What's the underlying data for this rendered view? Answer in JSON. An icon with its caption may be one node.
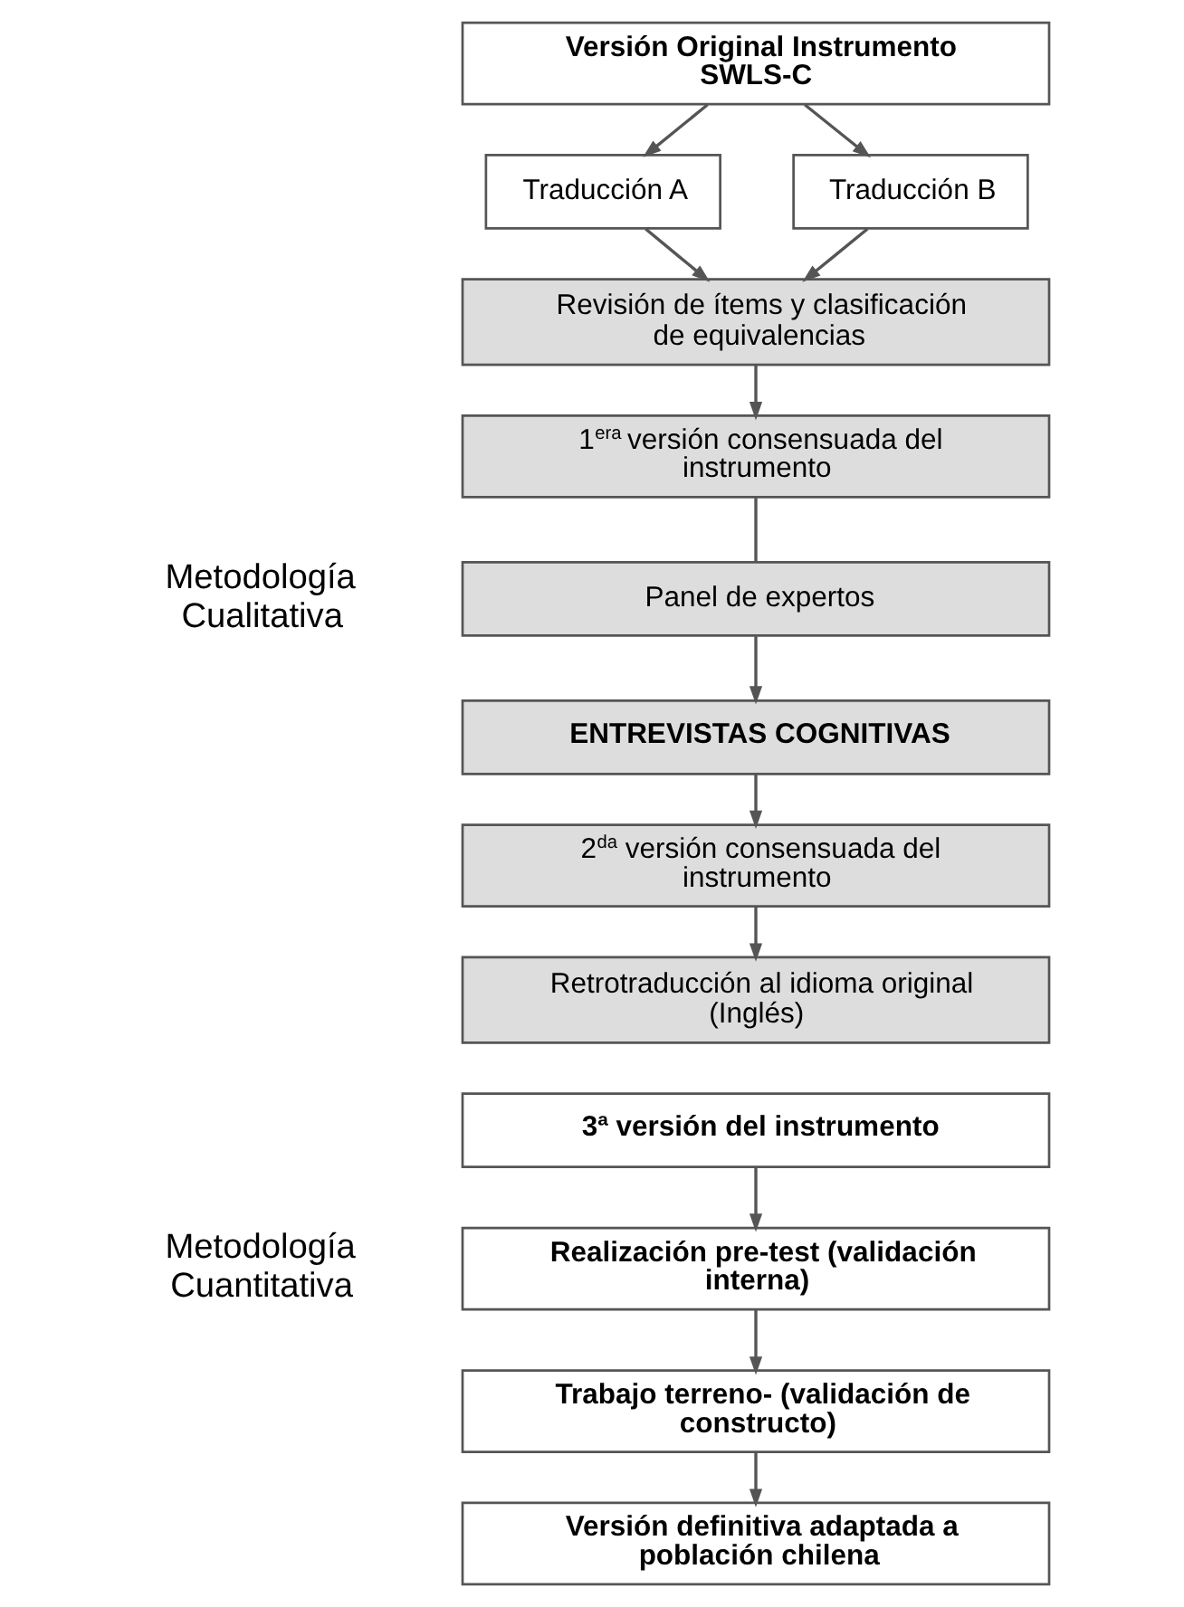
{
  "diagram": {
    "nodes": [
      {
        "text": [
          "Versión Original Instrumento SWLS-C"
        ]
      },
      {
        "text": [
          "Traducción A"
        ]
      },
      {
        "text": [
          "Traducción B"
        ]
      },
      {
        "text": [
          "Revisión de ítems y clasificación de equivalencias"
        ]
      },
      {
        "text": [
          "1$^{era}$ versión consensuada del instrumento"
        ]
      },
      {
        "text": [
          "Panel de expertos"
        ]
      },
      {
        "text": [
          "ENTREVISTAS COGNITIVAS"
        ]
      },
      {
        "text": [
          "2$^{da}$ versión consensuada del instrumento"
        ]
      },
      {
        "text": [
          "Retrotraducción al idioma original (Inglés)"
        ]
      },
      {
        "text": [
          "3ª versión del instrumento"
        ]
      },
      {
        "text": [
          "Realización pre-test (validación interna)"
        ]
      },
      {
        "text": [
          "Trabajo terreno- (validación de constructo)"
        ]
      },
      {
        "text": [
          "Versión definitiva adaptada a población chilena"
        ]
      }
    ],
    "edges": [
      {
        "from": 0,
        "to": 1,
        "arrow": "to"
      },
      {
        "from": 0,
        "to": 2,
        "arrow": "to"
      },
      {
        "from": 1,
        "to": 3,
        "arrow": "to"
      },
      {
        "from": 2,
        "to": 3,
        "arrow": "to"
      },
      {
        "from": 3,
        "to": 4,
        "arrow": "to"
      },
      {
        "from": 4,
        "to": 5,
        "arrow": "none"
      },
      {
        "from": 5,
        "to": 6,
        "arrow": "to"
      },
      {
        "from": 6,
        "to": 7,
        "arrow": "to"
      },
      {
        "from": 7,
        "to": 8,
        "arrow": "to"
      },
      {
        "from": 9,
        "to": 10,
        "arrow": "to"
      },
      {
        "from": 10,
        "to": 11,
        "arrow": "to"
      },
      {
        "from": 11,
        "to": 12,
        "arrow": "to"
      }
    ],
    "labels": [
      "Metodología Cualitativa",
      "Metodología Cuantitativa"
    ]
  }
}
